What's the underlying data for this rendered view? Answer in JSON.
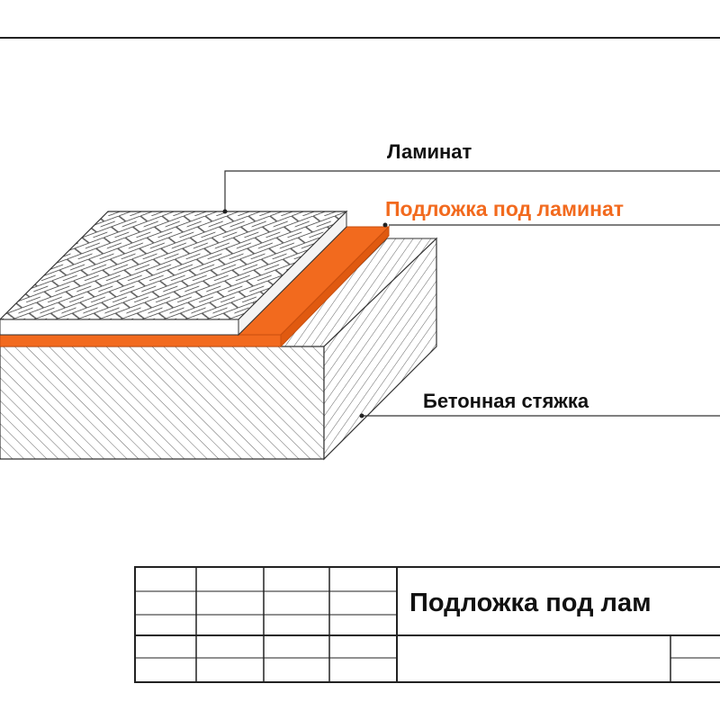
{
  "labels": {
    "laminate": "Ламинат",
    "underlay": "Подложка под ламинат",
    "screed": "Бетонная стяжка"
  },
  "title_block": {
    "title": "Подложка под лам"
  },
  "colors": {
    "underlay": "#f26a1e",
    "underlay_text": "#f26a1e",
    "line": "#1a1a1a",
    "hatch": "#555555",
    "background": "#ffffff"
  }
}
